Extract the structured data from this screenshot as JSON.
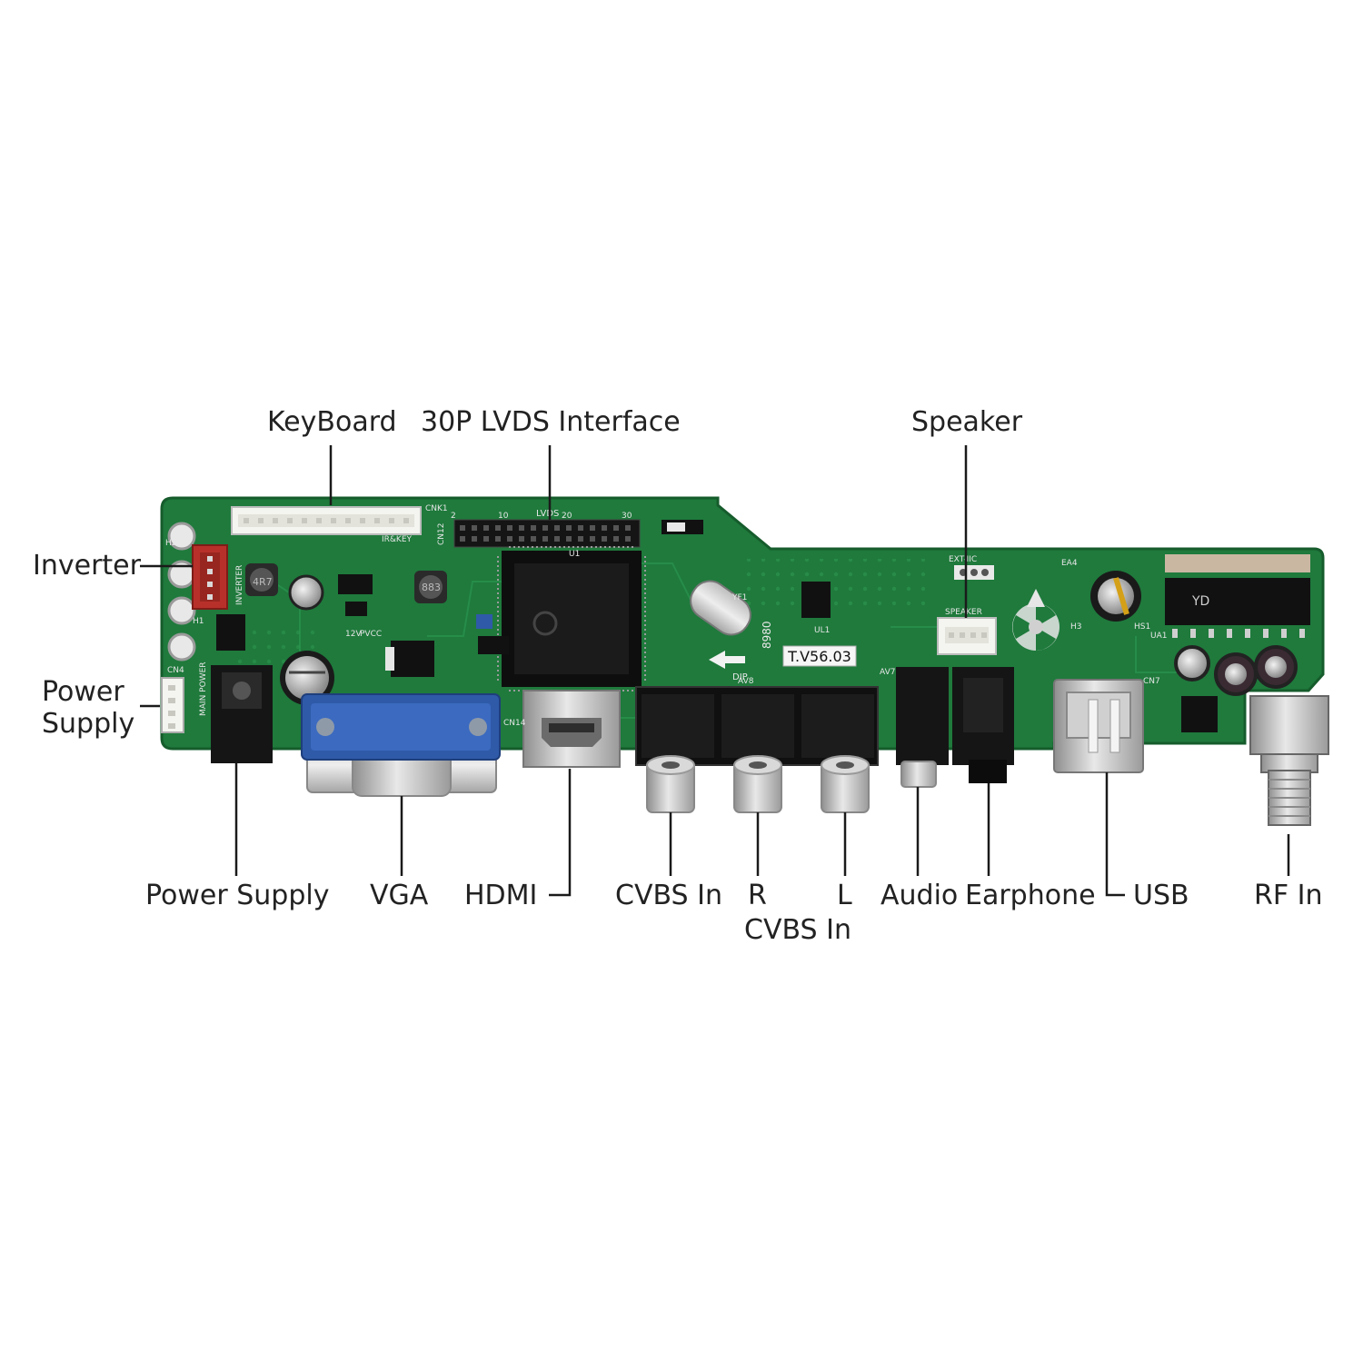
{
  "labels": {
    "keyboard": "KeyBoard",
    "lvds": "30P LVDS Interface",
    "speaker": "Speaker",
    "inverter": "Inverter",
    "power_supply_left": "Power\nSupply",
    "power_supply": "Power Supply",
    "vga": "VGA",
    "hdmi": "HDMI",
    "cvbs_in": "CVBS In",
    "r": "R",
    "l": "L",
    "cvbs_in_2": "CVBS In",
    "audio": "Audio",
    "earphone": "Earphone",
    "usb": "USB",
    "rf_in": "RF In"
  },
  "board": {
    "model": "T.V56.03",
    "silk_cnk1": "CNK1",
    "silk_lvds": "LVDS",
    "silk_speaker": "SPEAKER",
    "silk_ext_iic": "EXT-IIC",
    "silk_main_power": "MAIN POWER",
    "silk_inverter": "INVERTER",
    "silk_dip": "DIP",
    "silk_8980": "8980",
    "silk_av8": "AV8",
    "silk_cn14": "CN14",
    "silk_cn4": "CN4",
    "silk_12v": "12V",
    "silk_pvcc": "PVCC",
    "silk_cn12": "CN12",
    "silk_cn7": "CN7",
    "silk_av7": "AV7",
    "silk_u1": "U1",
    "silk_ul1": "UL1",
    "silk_yf1": "YF1",
    "silk_h1": "H1",
    "silk_h2": "H2",
    "silk_h3": "H3",
    "silk_ea4": "EA4",
    "silk_ua1": "UA1",
    "silk_hs1": "HS1",
    "silk_yd": "YD",
    "silk_4r7": "4R7",
    "silk_883": "883",
    "silk_pin_2": "2",
    "silk_pin_10": "10",
    "silk_pin_20": "20",
    "silk_pin_30": "30",
    "silk_ir_key": "IR&KEY"
  },
  "colors": {
    "pcb": "#1f7a3c",
    "pcb_dark": "#17622f",
    "vga_blue": "#2f5aa8",
    "inverter_red": "#b8302a",
    "label_text": "#222222"
  }
}
